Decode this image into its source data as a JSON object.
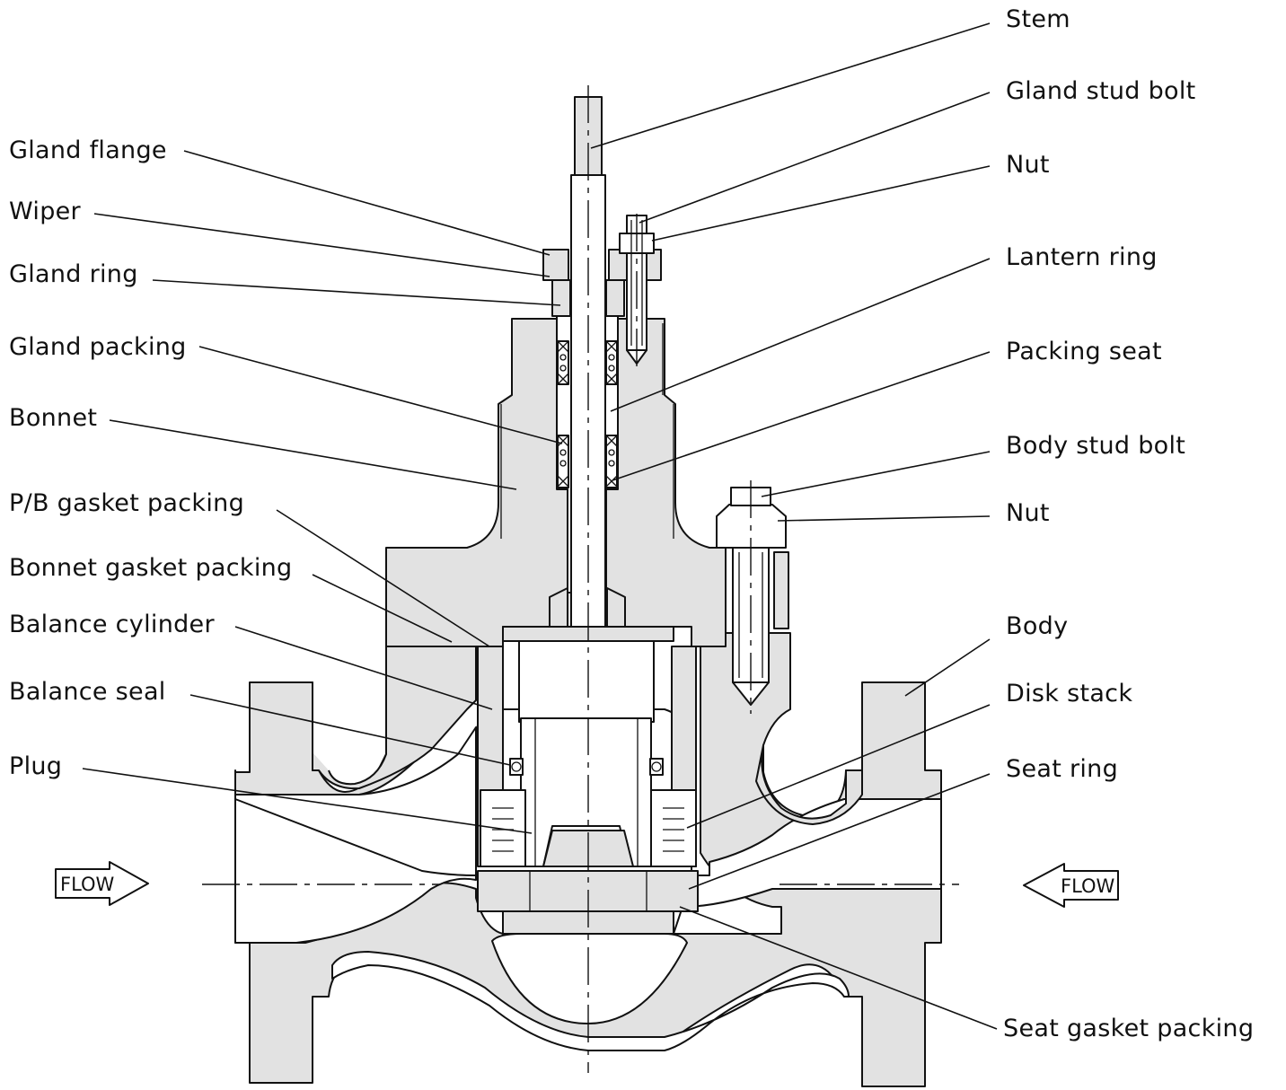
{
  "labels": {
    "left": {
      "gland_flange": "Gland flange",
      "wiper": "Wiper",
      "gland_ring": "Gland ring",
      "gland_packing": "Gland packing",
      "bonnet": "Bonnet",
      "pb_gasket_packing": "P/B gasket packing",
      "bonnet_gasket_packing": "Bonnet gasket packing",
      "balance_cylinder": "Balance cylinder",
      "balance_seal": "Balance seal",
      "plug": "Plug"
    },
    "right": {
      "stem": "Stem",
      "gland_stud_bolt": "Gland stud bolt",
      "nut_top": "Nut",
      "lantern_ring": "Lantern ring",
      "packing_seat": "Packing seat",
      "body_stud_bolt": "Body stud bolt",
      "nut_body": "Nut",
      "body": "Body",
      "disk_stack": "Disk stack",
      "seat_ring": "Seat ring",
      "seat_gasket_packing": "Seat gasket packing"
    }
  },
  "flow": {
    "inlet_left": "FLOW",
    "inlet_right": "FLOW"
  }
}
